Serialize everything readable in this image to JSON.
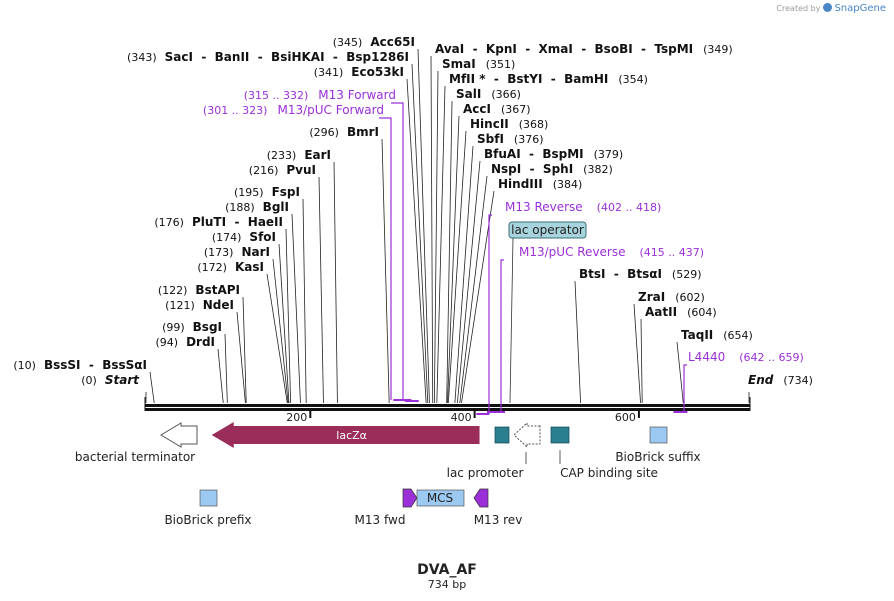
{
  "brand": {
    "prefix": "Created by",
    "name": "SnapGene"
  },
  "sequence": {
    "name": "DVA_AF",
    "length_label": "734 bp",
    "length": 734
  },
  "colors": {
    "enzyme": "#111111",
    "primer": "#9b30d9",
    "lacZa": "#9b2d5a",
    "promoter_box": "#2a7f8f",
    "operator_fill": "#a7d3dc",
    "biobrick": "#9cc9f2",
    "mcs": "#9cc9f2",
    "terminator": "#ffffff",
    "backbone": "#111111"
  },
  "ruler_ticks": [
    200,
    400,
    600
  ],
  "enzymes": [
    {
      "name": "Start",
      "pos": "0",
      "site": 0,
      "italic": true
    },
    {
      "name": "BssSI  -  BssSαI",
      "pos": "10",
      "site": 10
    },
    {
      "name": "DrdI",
      "pos": "94",
      "site": 94
    },
    {
      "name": "BsgI",
      "pos": "99",
      "site": 99
    },
    {
      "name": "NdeI",
      "pos": "121",
      "site": 121
    },
    {
      "name": "BstAPI",
      "pos": "122",
      "site": 122
    },
    {
      "name": "KasI",
      "pos": "172",
      "site": 172
    },
    {
      "name": "NarI",
      "pos": "173",
      "site": 173
    },
    {
      "name": "SfoI",
      "pos": "174",
      "site": 174
    },
    {
      "name": "PluTI  -  HaeII",
      "pos": "176",
      "site": 176
    },
    {
      "name": "BglI",
      "pos": "188",
      "site": 188
    },
    {
      "name": "FspI",
      "pos": "195",
      "site": 195
    },
    {
      "name": "PvuI",
      "pos": "216",
      "site": 216
    },
    {
      "name": "EarI",
      "pos": "233",
      "site": 233
    },
    {
      "name": "BmrI",
      "pos": "296",
      "site": 296
    },
    {
      "name": "Eco53kI",
      "pos": "341",
      "site": 341
    },
    {
      "name": "SacI  -  BanII  -  BsiHKAI  -  Bsp1286I",
      "pos": "343",
      "site": 343
    },
    {
      "name": "Acc65I",
      "pos": "345",
      "site": 345
    },
    {
      "name": "AvaI  -  KpnI  -  XmaI  -  BsoBI  -  TspMI",
      "pos": "349",
      "site": 349
    },
    {
      "name": "SmaI",
      "pos": "351",
      "site": 351
    },
    {
      "name": "MfII *  -  BstYI  -  BamHI",
      "pos": "354",
      "site": 354
    },
    {
      "name": "SalI",
      "pos": "366",
      "site": 366
    },
    {
      "name": "AccI",
      "pos": "367",
      "site": 367
    },
    {
      "name": "HincII",
      "pos": "368",
      "site": 368
    },
    {
      "name": "SbfI",
      "pos": "376",
      "site": 376
    },
    {
      "name": "BfuAI  -  BspMI",
      "pos": "379",
      "site": 379
    },
    {
      "name": "NspI  -  SphI",
      "pos": "382",
      "site": 382
    },
    {
      "name": "HindIII",
      "pos": "384",
      "site": 384
    },
    {
      "name": "BtsI  -  BtsαI",
      "pos": "529",
      "site": 529
    },
    {
      "name": "ZraI",
      "pos": "602",
      "site": 602
    },
    {
      "name": "AatII",
      "pos": "604",
      "site": 604
    },
    {
      "name": "TaqII",
      "pos": "654",
      "site": 654
    },
    {
      "name": "End",
      "pos": "734",
      "site": 734,
      "italic": true
    }
  ],
  "primers": [
    {
      "name": "M13 Forward",
      "range": "315 .. 332",
      "start": 315,
      "end": 332
    },
    {
      "name": "M13/pUC Forward",
      "range": "301 .. 323",
      "start": 301,
      "end": 323
    },
    {
      "name": "M13 Reverse",
      "range": "402 .. 418",
      "start": 402,
      "end": 418
    },
    {
      "name": "M13/pUC Reverse",
      "range": "415 .. 437",
      "start": 415,
      "end": 437
    },
    {
      "name": "L4440",
      "range": "642 .. 659",
      "start": 642,
      "end": 659
    }
  ],
  "features": {
    "lacZa": {
      "name": "lacZα",
      "start": 80,
      "end": 406
    },
    "lac_operator": {
      "name": "lac operator",
      "start": 428,
      "end": 444
    },
    "bacterial_terminator": {
      "name": "bacterial terminator",
      "start": 20,
      "end": 63
    },
    "lac_promoter": {
      "name": "lac promoter",
      "start": 449,
      "end": 480
    },
    "cap_binding_site": {
      "name": "CAP binding site",
      "start": 494,
      "end": 516
    },
    "biobrick_suffix": {
      "name": "BioBrick suffix",
      "start": 614,
      "end": 636
    },
    "biobrick_prefix": {
      "name": "BioBrick prefix",
      "start": 76,
      "end": 98
    },
    "mcs": {
      "name": "MCS",
      "start": 329,
      "end": 386
    },
    "m13_fwd": {
      "name": "M13 fwd",
      "start": 315,
      "end": 332
    },
    "m13_rev": {
      "name": "M13 rev",
      "start": 400,
      "end": 416
    },
    "promoter_box": {
      "start": 427,
      "end": 445
    }
  }
}
